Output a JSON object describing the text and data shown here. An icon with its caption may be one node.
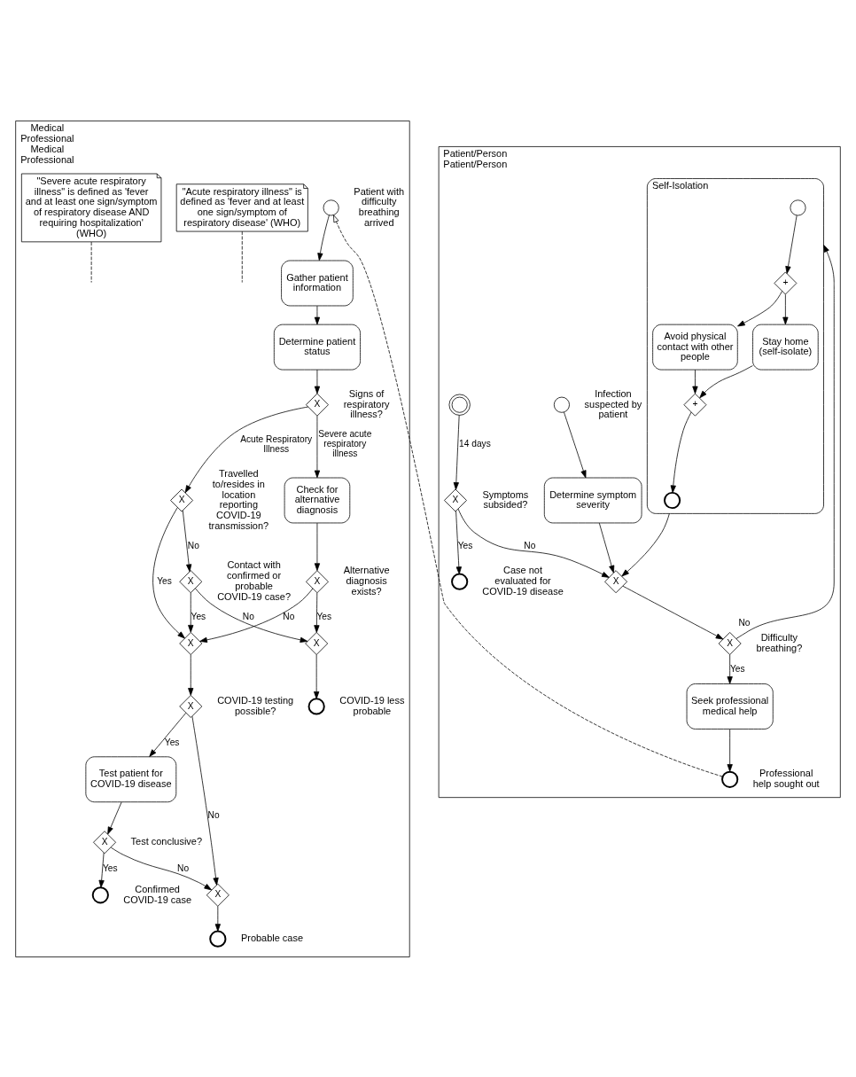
{
  "diagram": {
    "nodes": [
      {
        "text": [
          "Patient/Person",
          "Patient/Person"
        ]
      },
      {
        "text": [],
        "shape": "circle",
        "in": 0,
        "beside": [
          "Infection suspected by patient"
        ]
      },
      {
        "text": [
          "Determine symptom severity"
        ],
        "in": 0
      },
      {
        "text": [
          "X"
        ],
        "in": 0
      },
      {
        "text": [
          "X"
        ],
        "in": 0,
        "beside": [
          "Difficulty breathing?"
        ]
      },
      {
        "text": [
          "Self-Isolation"
        ],
        "in": 0
      },
      {
        "text": [],
        "shape": "circle",
        "in": 5
      },
      {
        "text": [
          "+"
        ],
        "in": 5
      },
      {
        "text": [
          "Avoid physical contact with other people"
        ],
        "in": 5
      },
      {
        "text": [
          "Stay home (self-isolate)"
        ],
        "in": 5
      },
      {
        "text": [
          "+"
        ],
        "in": 5
      },
      {
        "text": [],
        "shape": "circle",
        "in": 5
      },
      {
        "text": [],
        "shape": "circle",
        "in": 0
      },
      {
        "text": [
          "Seek professional medical help"
        ],
        "in": 0
      },
      {
        "text": [],
        "shape": "circle",
        "in": 0,
        "beside": [
          "Professional help sought out"
        ]
      },
      {
        "text": [
          "X"
        ],
        "in": 0,
        "beside": [
          "Symptoms subsided?"
        ]
      },
      {
        "text": [],
        "shape": "circle",
        "in": 0,
        "beside": [
          "Case not evaluated for COVID-19 disease"
        ]
      },
      {
        "text": [
          "Medical Professional",
          "Medical Professional"
        ]
      },
      {
        "text": [],
        "shape": "circle",
        "in": 17,
        "beside": [
          "Patient with difficulty breathing arrived"
        ]
      },
      {
        "text": [
          "Gather patient information"
        ],
        "in": 17
      },
      {
        "text": [
          "Determine patient status"
        ],
        "in": 17
      },
      {
        "text": [
          "X"
        ],
        "in": 17,
        "beside": [
          "Signs of respiratory illness?"
        ]
      },
      {
        "text": [
          "X"
        ],
        "in": 17,
        "beside": [
          "Travelled to/resides in location reporting COVID-19 transmission?"
        ]
      },
      {
        "text": [
          "X"
        ],
        "in": 17,
        "beside": [
          "Contact with confirmed or probable COVID-19 case?"
        ]
      },
      {
        "text": [
          "X"
        ],
        "in": 17
      },
      {
        "text": [
          "X"
        ],
        "in": 17,
        "beside": [
          "COVID-19 testing possible?"
        ]
      },
      {
        "text": [
          "Test patient for COVID-19 disease"
        ],
        "in": 17
      },
      {
        "text": [
          "X"
        ],
        "in": 17,
        "beside": [
          "Test conclusive?"
        ]
      },
      {
        "text": [],
        "shape": "circle",
        "in": 17,
        "beside": [
          "Confirmed COVID-19 case"
        ]
      },
      {
        "text": [
          "X"
        ],
        "in": 17
      },
      {
        "text": [],
        "shape": "circle",
        "in": 17,
        "beside": [
          "Probable case"
        ]
      },
      {
        "text": [
          "Check for alternative diagnosis"
        ],
        "in": 17
      },
      {
        "text": [
          "X"
        ],
        "in": 17,
        "beside": [
          "Alternative diagnosis exists?"
        ]
      },
      {
        "text": [
          "X"
        ],
        "in": 17
      },
      {
        "text": [],
        "shape": "circle",
        "in": 17,
        "beside": [
          "COVID-19 less probable"
        ]
      },
      {
        "text": [
          "\"Acute respiratory illness\" is defined as 'fever and at least one sign/symptom of respiratory disease' (WHO)"
        ],
        "in": 17
      },
      {
        "text": [
          "\"Severe acute respiratory illness\" is defined as 'fever and at least one sign/symptom of respiratory disease AND requiring hospitalization' (WHO)"
        ],
        "in": 17
      }
    ],
    "edges": [
      {
        "from": 1,
        "to": 2,
        "arrow": "to"
      },
      {
        "from": 2,
        "to": 3,
        "arrow": "to"
      },
      {
        "from": 3,
        "to": 4,
        "arrow": "to"
      },
      {
        "from": 4,
        "to": 5,
        "arrow": "to",
        "label": "No"
      },
      {
        "from": 4,
        "to": 13,
        "arrow": "to",
        "label": "Yes"
      },
      {
        "from": 6,
        "to": 7,
        "arrow": "to"
      },
      {
        "from": 7,
        "to": 8,
        "arrow": "to"
      },
      {
        "from": 7,
        "to": 9,
        "arrow": "to"
      },
      {
        "from": 8,
        "to": 10,
        "arrow": "to"
      },
      {
        "from": 9,
        "to": 10,
        "arrow": "to"
      },
      {
        "from": 10,
        "to": 11,
        "arrow": "to"
      },
      {
        "from": 5,
        "to": 3,
        "arrow": "to"
      },
      {
        "from": 15,
        "to": 3,
        "arrow": "to",
        "label": "No"
      },
      {
        "from": 12,
        "to": 15,
        "arrow": "to",
        "label": "14 days"
      },
      {
        "from": 15,
        "to": 16,
        "arrow": "to",
        "label": "Yes"
      },
      {
        "from": 13,
        "to": 14,
        "arrow": "to"
      },
      {
        "from": 14,
        "to": 18,
        "arrow": "to",
        "style": "dashed"
      },
      {
        "from": 18,
        "to": 19,
        "arrow": "to"
      },
      {
        "from": 19,
        "to": 20,
        "arrow": "to"
      },
      {
        "from": 20,
        "to": 21,
        "arrow": "to"
      },
      {
        "from": 21,
        "to": 22,
        "arrow": "to",
        "label": "Acute Respiratory Illness"
      },
      {
        "from": 21,
        "to": 31,
        "arrow": "to",
        "label": "Severe acute respiratory illness"
      },
      {
        "from": 22,
        "to": 23,
        "arrow": "to",
        "label": "No"
      },
      {
        "from": 22,
        "to": 24,
        "arrow": "to",
        "label": "Yes"
      },
      {
        "from": 23,
        "to": 33,
        "arrow": "to",
        "label": "No"
      },
      {
        "from": 23,
        "to": 24,
        "arrow": "to",
        "label": "Yes"
      },
      {
        "from": 24,
        "to": 25,
        "arrow": "to"
      },
      {
        "from": 25,
        "to": 26,
        "arrow": "to",
        "label": "Yes"
      },
      {
        "from": 25,
        "to": 29,
        "arrow": "to",
        "label": "No"
      },
      {
        "from": 26,
        "to": 27,
        "arrow": "to"
      },
      {
        "from": 27,
        "to": 28,
        "arrow": "to",
        "label": "Yes"
      },
      {
        "from": 27,
        "to": 29,
        "arrow": "to",
        "label": "No"
      },
      {
        "from": 29,
        "to": 30,
        "arrow": "to"
      },
      {
        "from": 31,
        "to": 32,
        "arrow": "to"
      },
      {
        "from": 32,
        "to": 24,
        "arrow": "to",
        "label": "No"
      },
      {
        "from": 32,
        "to": 33,
        "arrow": "to",
        "label": "Yes"
      },
      {
        "from": 33,
        "to": 34,
        "arrow": "to"
      },
      {
        "from": 35,
        "to": null,
        "arrow": "none",
        "style": "dashed"
      },
      {
        "from": 36,
        "to": null,
        "arrow": "none",
        "style": "dashed"
      }
    ]
  }
}
